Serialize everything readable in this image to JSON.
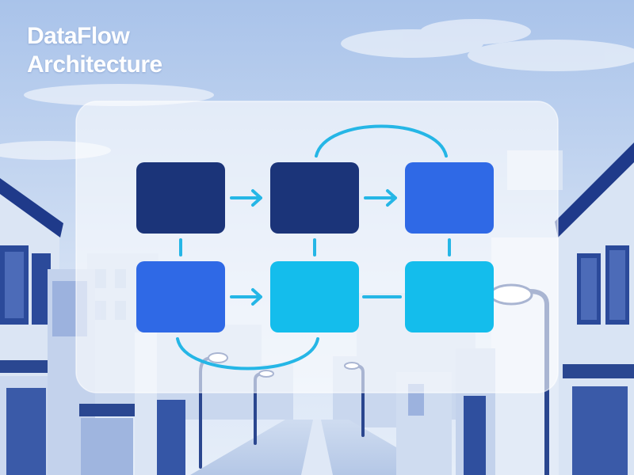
{
  "title": {
    "line1": "DataFlow",
    "line2": "Architecture"
  },
  "colors": {
    "node_navy": "#1b3479",
    "node_blue": "#2f69e6",
    "node_cyan": "#14bdec",
    "connector": "#25b6e6",
    "panel": "#ffffff",
    "sky_top": "#a9c3ea",
    "sky_bottom": "#e6eef9"
  },
  "diagram": {
    "nodes": [
      {
        "id": "n1",
        "name": "node-top-left",
        "color": "node_navy"
      },
      {
        "id": "n2",
        "name": "node-top-middle",
        "color": "node_navy"
      },
      {
        "id": "n3",
        "name": "node-top-right",
        "color": "node_blue"
      },
      {
        "id": "n4",
        "name": "node-bottom-left",
        "color": "node_blue"
      },
      {
        "id": "n5",
        "name": "node-bottom-middle",
        "color": "node_cyan"
      },
      {
        "id": "n6",
        "name": "node-bottom-right",
        "color": "node_cyan"
      }
    ],
    "edges": [
      {
        "from": "n1",
        "to": "n2",
        "kind": "arrow"
      },
      {
        "from": "n2",
        "to": "n3",
        "kind": "arrow"
      },
      {
        "from": "n4",
        "to": "n5",
        "kind": "arrow"
      },
      {
        "from": "n5",
        "to": "n6",
        "kind": "line"
      },
      {
        "from": "n1",
        "to": "n4",
        "kind": "line"
      },
      {
        "from": "n2",
        "to": "n5",
        "kind": "line"
      },
      {
        "from": "n3",
        "to": "n6",
        "kind": "line"
      },
      {
        "from": "n2",
        "to": "n3",
        "kind": "arc-over"
      },
      {
        "from": "n4",
        "to": "n5",
        "kind": "arc-under"
      }
    ]
  }
}
